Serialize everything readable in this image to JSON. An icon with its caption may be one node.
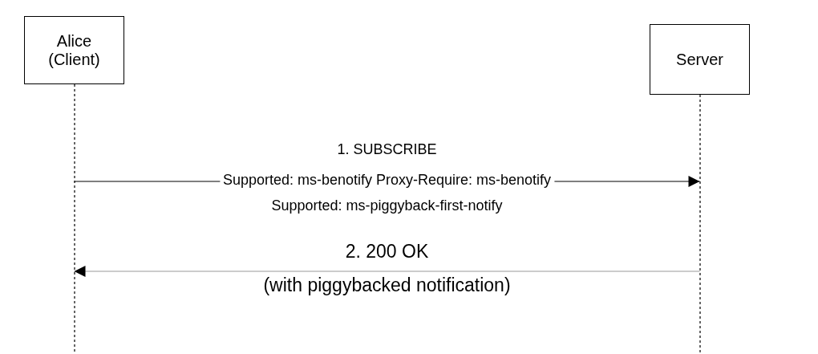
{
  "diagram": {
    "nodes": [
      {
        "text": [
          "Alice (Client)"
        ]
      },
      {
        "text": [
          "Server"
        ]
      }
    ],
    "edges": [
      {
        "from": 0,
        "to": 1,
        "arrow": "to",
        "label": "1. SUBSCRIBE"
      },
      {
        "from": 1,
        "to": 0,
        "arrow": "to",
        "label": "2. 200 OK",
        "color": "#9a9a9a"
      }
    ],
    "labels": [
      "Supported: ms-benotify Proxy-Require: ms-benotify",
      "Supported: ms-piggyback-first-notify",
      "(with piggybacked notification)"
    ]
  }
}
